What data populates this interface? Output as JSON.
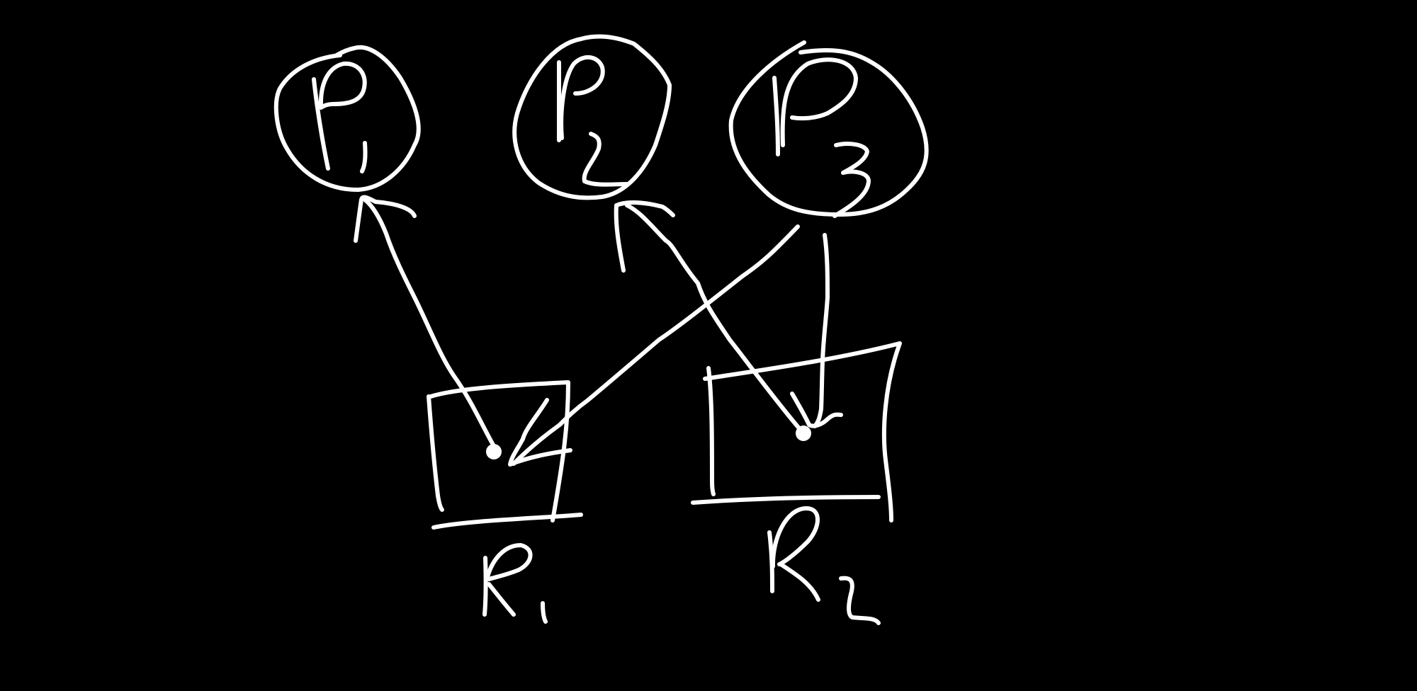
{
  "diagram": {
    "background_color": "#000000",
    "ink_color": "#ffffff",
    "style": "handwritten",
    "processes": [
      {
        "id": "P1",
        "label_text": "P1"
      },
      {
        "id": "P2",
        "label_text": "P2"
      },
      {
        "id": "P3",
        "label_text": "P3"
      }
    ],
    "resources": [
      {
        "id": "R1",
        "label_text": "R1",
        "instances": 1
      },
      {
        "id": "R2",
        "label_text": "R2",
        "instances": 1
      }
    ],
    "edges": [
      {
        "from": "R1",
        "to": "P1",
        "kind": "assignment"
      },
      {
        "from": "R2",
        "to": "P2",
        "kind": "assignment"
      },
      {
        "from": "P3",
        "to": "R1",
        "kind": "request"
      },
      {
        "from": "P3",
        "to": "R2",
        "kind": "request"
      }
    ]
  }
}
